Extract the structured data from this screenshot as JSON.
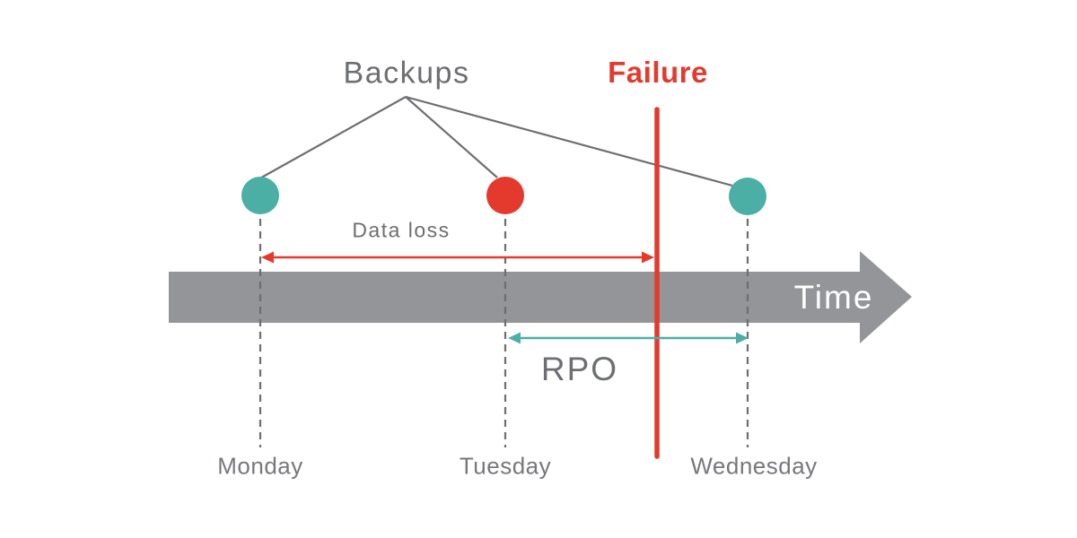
{
  "diagram": {
    "backups_label": "Backups",
    "failure_label": "Failure",
    "annotations": {
      "data_loss": "Data loss",
      "rpo": "RPO"
    },
    "timeline": {
      "time_label": "Time",
      "direction": "right"
    },
    "days": [
      "Monday",
      "Tuesday",
      "Wednesday"
    ],
    "backup_points": [
      {
        "day": "Monday",
        "dot_color": "#4BAFA5"
      },
      {
        "day": "Tuesday",
        "dot_color": "#E43A2D"
      },
      {
        "day": "Wednesday",
        "dot_color": "#4BAFA5"
      }
    ],
    "failure_position": "between Tuesday and Wednesday",
    "data_loss_span": "Monday backup to Failure",
    "rpo_span": "Tuesday to Wednesday"
  },
  "colors": {
    "teal": "#4BAFA5",
    "red": "#E43A2D",
    "timeline_gray": "#939598",
    "label_gray": "#6D6E71",
    "day_label_gray": "#77787B",
    "time_text": "#FFFFFF",
    "background": "#FFFFFF"
  }
}
